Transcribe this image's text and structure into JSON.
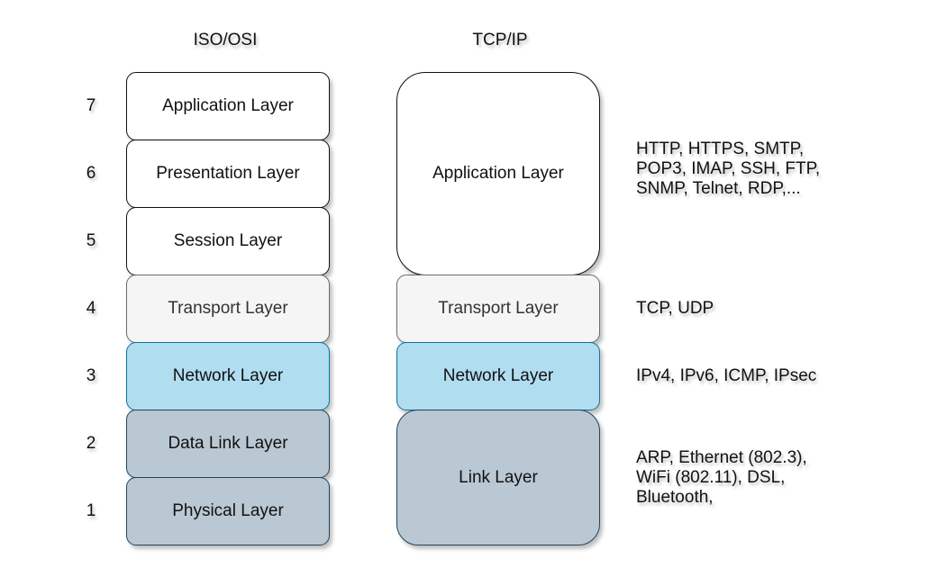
{
  "titles": {
    "osi": "ISO/OSI",
    "tcpip": "TCP/IP"
  },
  "layer_numbers": [
    "7",
    "6",
    "5",
    "4",
    "3",
    "2",
    "1"
  ],
  "osi_layers": [
    {
      "label": "Application Layer",
      "color": "#ffffff"
    },
    {
      "label": "Presentation Layer",
      "color": "#ffffff"
    },
    {
      "label": "Session Layer",
      "color": "#ffffff"
    },
    {
      "label": "Transport Layer",
      "color": "#f5f5f5"
    },
    {
      "label": "Network Layer",
      "color": "#b1ddf0"
    },
    {
      "label": "Data Link Layer",
      "color": "#bac8d3"
    },
    {
      "label": "Physical Layer",
      "color": "#bac8d3"
    }
  ],
  "tcpip_layers": [
    {
      "label": "Application Layer",
      "spans_osi": [
        7,
        6,
        5
      ]
    },
    {
      "label": "Transport Layer",
      "spans_osi": [
        4
      ]
    },
    {
      "label": "Network Layer",
      "spans_osi": [
        3
      ]
    },
    {
      "label": "Link Layer",
      "spans_osi": [
        2,
        1
      ]
    }
  ],
  "protocols": {
    "application": [
      "HTTP, HTTPS, SMTP,",
      "POP3, IMAP, SSH, FTP,",
      "SNMP, Telnet, RDP,..."
    ],
    "transport": "TCP, UDP",
    "network": "IPv4, IPv6, ICMP, IPsec",
    "link": [
      "ARP, Ethernet (802.3),",
      "WiFi (802.11), DSL,",
      "Bluetooth,"
    ]
  }
}
